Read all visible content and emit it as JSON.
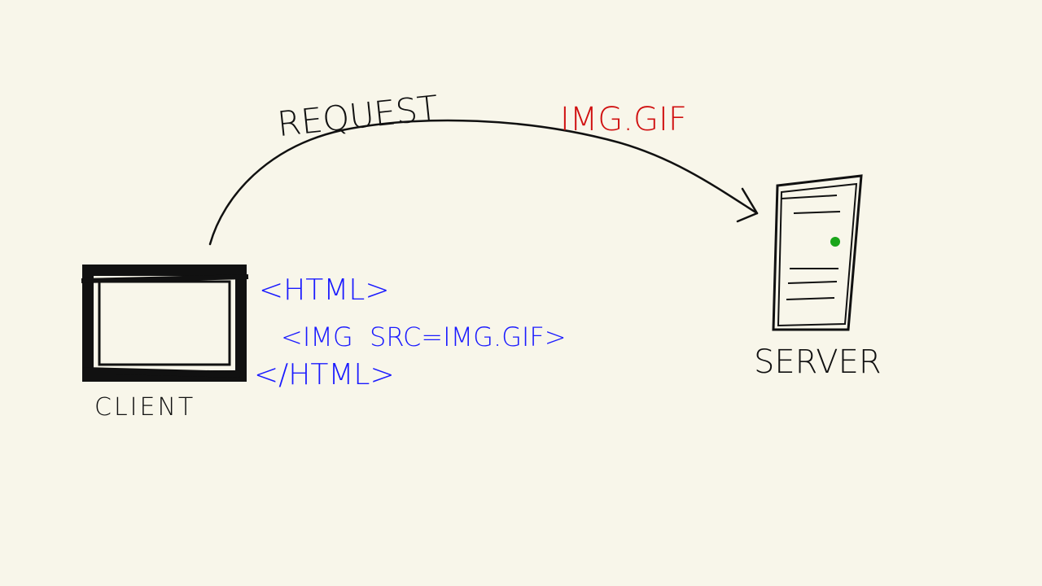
{
  "labels": {
    "request": "REQUEST",
    "resource": "IMG.GIF",
    "client": "CLIENT",
    "server": "SERVER"
  },
  "code": {
    "line1": "<HTML>",
    "line2": "<IMG  SRC=IMG.GIF>",
    "line3": "</HTML>"
  },
  "colors": {
    "background": "#f8f6ea",
    "ink": "#111111",
    "code": "#1a1aff",
    "resource": "#d01010",
    "led": "#1aa51a"
  }
}
